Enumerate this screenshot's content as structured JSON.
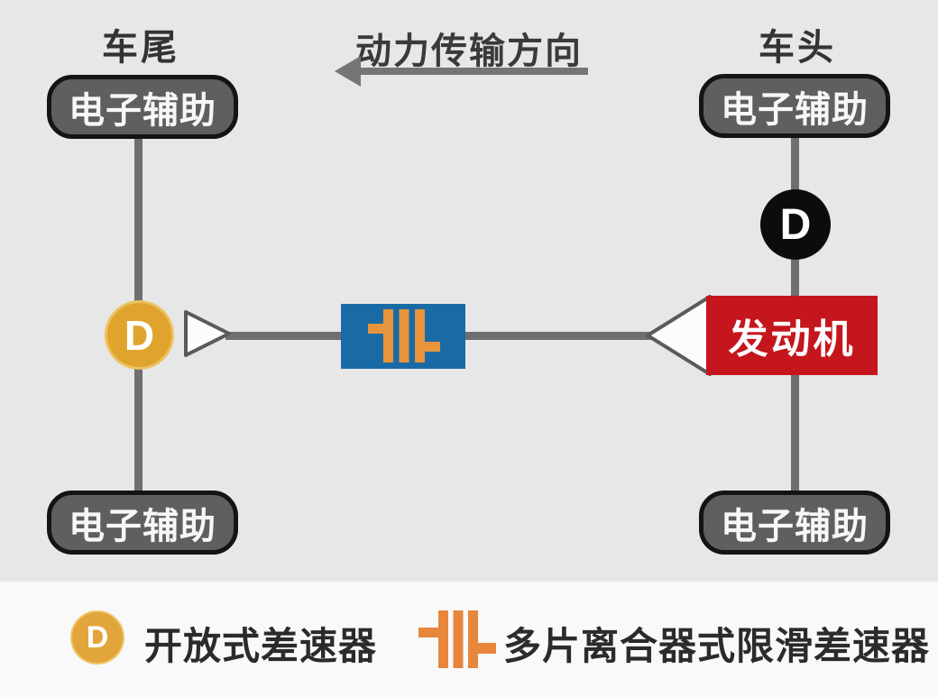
{
  "header": {
    "rear_label": "车尾",
    "direction_label": "动力传输方向",
    "front_label": "车头"
  },
  "diagram": {
    "wheels": [
      {
        "position": "rear-upper",
        "label": "电子辅助"
      },
      {
        "position": "rear-lower",
        "label": "电子辅助"
      },
      {
        "position": "front-upper",
        "label": "电子辅助"
      },
      {
        "position": "front-lower",
        "label": "电子辅助"
      }
    ],
    "engine": {
      "label": "发动机"
    },
    "rear_differential": {
      "letter": "D",
      "type": "open-differential"
    },
    "front_differential": {
      "letter": "D"
    },
    "center_coupler": {
      "type": "multi-plate-clutch"
    }
  },
  "legend": {
    "items": [
      {
        "symbol": "D",
        "label": "开放式差速器"
      },
      {
        "symbol": "multi-plate-clutch",
        "label": "多片离合器式限滑差速器"
      }
    ]
  },
  "colors": {
    "diagram_background": "#e7e7e7",
    "legend_background": "#f9f9f9",
    "wheel_box_fill": "#5f5f5f",
    "wheel_box_border": "#141414",
    "shaft_gray": "#6f6f6f",
    "arrow_gray": "#757575",
    "open_differential_yellow": "#e0a42e",
    "front_differential_black": "#0c0c0c",
    "clutch_box_blue": "#1a6ba5",
    "clutch_icon_orange": "#e8943c",
    "legend_clutch_orange": "#e8863c",
    "engine_red": "#c4161c"
  }
}
